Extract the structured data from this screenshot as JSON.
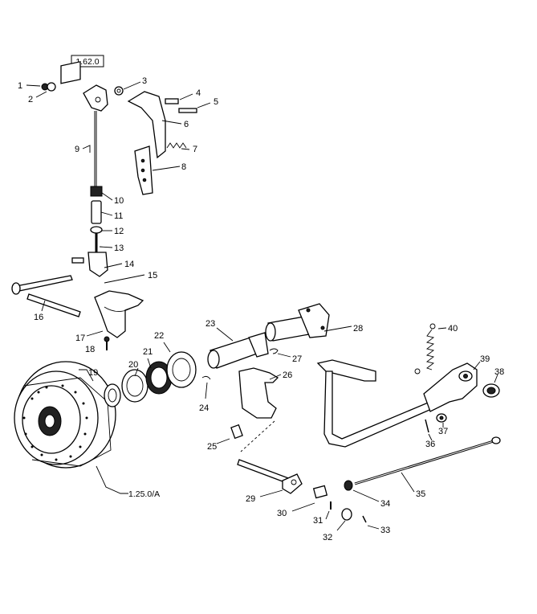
{
  "references": {
    "top_ref": "1.62.0",
    "clutch_ref": "1.25.0/A"
  },
  "callouts": [
    "1",
    "2",
    "3",
    "4",
    "5",
    "6",
    "7",
    "8",
    "9",
    "10",
    "11",
    "12",
    "13",
    "14",
    "15",
    "16",
    "17",
    "18",
    "19",
    "20",
    "21",
    "22",
    "23",
    "24",
    "25",
    "26",
    "27",
    "28",
    "29",
    "30",
    "31",
    "32",
    "33",
    "34",
    "35",
    "36",
    "37",
    "38",
    "39",
    "40"
  ]
}
